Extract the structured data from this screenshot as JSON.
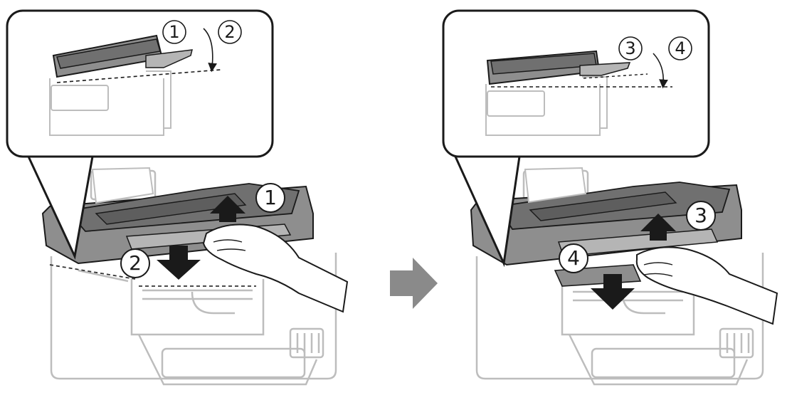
{
  "colors": {
    "scanner_dark": "#707070",
    "scanner_mid": "#8e8e8e",
    "scanner_light": "#b5b5b5",
    "outline_light": "#bdbdbd",
    "arrow_gray": "#8a8a8a",
    "ink": "#1a1a1a"
  },
  "left_panel": {
    "inset": {
      "step_a": "1",
      "step_b": "2"
    },
    "main": {
      "step_a": "1",
      "step_b": "2"
    }
  },
  "right_panel": {
    "inset": {
      "step_a": "3",
      "step_b": "4"
    },
    "main": {
      "step_a": "3",
      "step_b": "4"
    }
  },
  "transition_icon": "right-arrow-icon"
}
